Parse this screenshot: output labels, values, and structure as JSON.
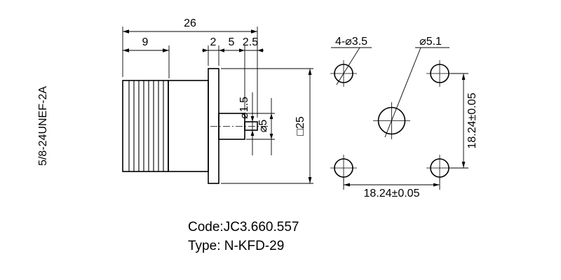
{
  "side_view": {
    "dim_overall": "26",
    "dim_thread_len": "9",
    "dim_flange_thk": "2",
    "dim_step1": "5",
    "dim_step2": "2.5",
    "thread_label": "5/8-24UNEF-2A",
    "dia_pin": "⌀1.5",
    "dia_insulator": "⌀5",
    "square_flange": "□25"
  },
  "front_view": {
    "corner_holes": "4-⌀3.5",
    "center_hole": "⌀5.1",
    "dim_vertical": "18.24±0.05",
    "dim_horizontal": "18.24±0.05"
  },
  "footer": {
    "code": "Code:JC3.660.557",
    "type": "Type: N-KFD-29"
  }
}
